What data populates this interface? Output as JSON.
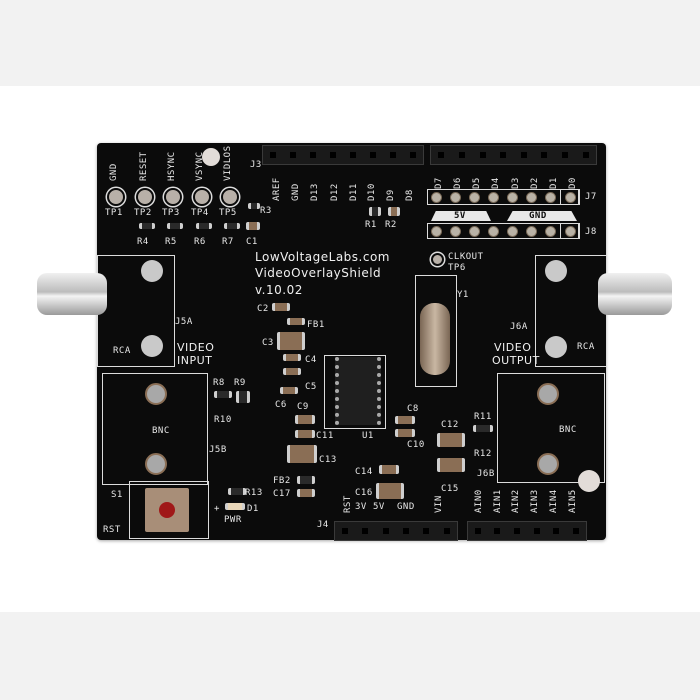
{
  "photo": {
    "subject": "Video overlay shield circuit board",
    "background_colors": {
      "outer": "#f2f2f2",
      "inner": "#ffffff",
      "board": "#0b0b0b",
      "silkscreen": "#e8e8e8"
    }
  },
  "board": {
    "brand": "LowVoltageLabs.com",
    "product_name": "VideoOverlayShield",
    "version": "v.10.02",
    "test_points": [
      {
        "label": "TP1",
        "signal": "GND"
      },
      {
        "label": "TP2",
        "signal": "RESET"
      },
      {
        "label": "TP3",
        "signal": "HSYNC"
      },
      {
        "label": "TP4",
        "signal": "VSYNC"
      },
      {
        "label": "TP5",
        "signal": "VIDLOS"
      }
    ],
    "tp6": {
      "label": "TP6",
      "signal": "CLKOUT"
    },
    "resistors_top": [
      "R4",
      "R5",
      "R6",
      "R7"
    ],
    "misc_top": {
      "c1": "C1",
      "r3": "R3",
      "r1": "R1",
      "r2": "R2",
      "j3": "J3"
    },
    "header_j3_pins": [
      "AREF",
      "GND",
      "D13",
      "D12",
      "D11",
      "D10",
      "D9",
      "D8"
    ],
    "header_j7": {
      "label": "J7",
      "pins": [
        "D7",
        "D6",
        "D5",
        "D4",
        "D3",
        "D2",
        "D1",
        "D0"
      ]
    },
    "header_j8": {
      "label": "J8",
      "rail_5v": "5V",
      "rail_gnd": "GND"
    },
    "input_jack": {
      "ref": "J5A",
      "type": "RCA",
      "caption_line1": "VIDEO",
      "caption_line2": "INPUT"
    },
    "output_jack": {
      "ref": "J6A",
      "type": "RCA",
      "caption_line1": "VIDEO",
      "caption_line2": "OUTPUT"
    },
    "bnc_left": {
      "label": "BNC",
      "ref": "J5B"
    },
    "bnc_right": {
      "label": "BNC",
      "ref": "J6B"
    },
    "crystal": "Y1",
    "ic": "U1",
    "caps_left": [
      "C2",
      "C3",
      "C4",
      "C5",
      "C6",
      "C9",
      "C11",
      "C13",
      "C17"
    ],
    "ferrites": [
      "FB1",
      "FB2"
    ],
    "caps_mid": [
      "C8",
      "C10",
      "C14",
      "C16"
    ],
    "caps_right": [
      "C12",
      "C15"
    ],
    "resistors_right": [
      "R11",
      "R12"
    ],
    "resistors_left": [
      "R8",
      "R9",
      "R10",
      "R13"
    ],
    "switch": {
      "ref": "S1",
      "label": "RST"
    },
    "led": {
      "ref": "D1",
      "label": "PWR",
      "polarity": "+"
    },
    "header_j4": {
      "label": "J4",
      "pins": [
        "RST",
        "3V",
        "5V",
        "GND",
        "VIN"
      ]
    },
    "header_j2_pins": [
      "AIN0",
      "AIN1",
      "AIN2",
      "AIN3",
      "AIN4",
      "AIN5"
    ]
  }
}
